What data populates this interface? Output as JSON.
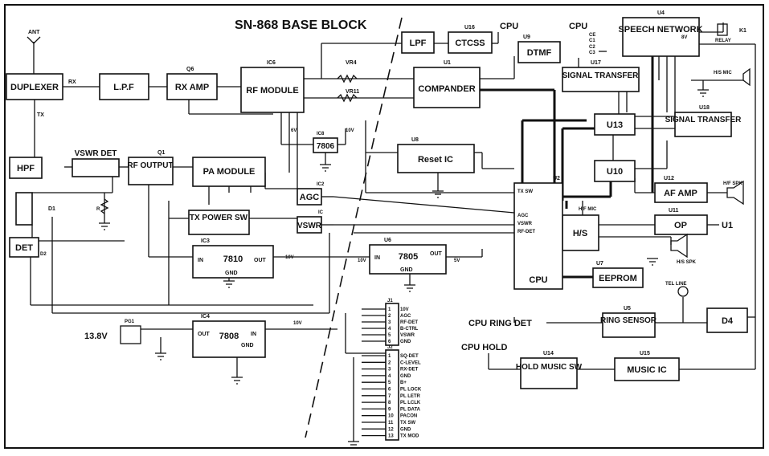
{
  "title": "SN-868 BASE BLOCK",
  "blocks": {
    "duplexer": {
      "label": "DUPLEXER"
    },
    "lpf_rx": {
      "label": "L.P.F"
    },
    "rx_amp": {
      "label": "RX AMP",
      "ref": "Q6"
    },
    "rf_module": {
      "label": "RF MODULE",
      "ref": "IC6"
    },
    "lpf_ctcss": {
      "label": "LPF"
    },
    "ctcss": {
      "label": "CTCSS",
      "ref": "U16"
    },
    "compander": {
      "label": "COMPANDER",
      "ref": "U1"
    },
    "dtmf": {
      "label": "DTMF",
      "ref": "U9"
    },
    "speech_network": {
      "label": "SPEECH NETWORK",
      "ref": "U4"
    },
    "signal_transfer_1": {
      "label": "SIGNAL TRANSFER",
      "ref": "U17"
    },
    "signal_transfer_2": {
      "label": "SIGNAL TRANSFER",
      "ref": "U18"
    },
    "u13": {
      "label": "U13"
    },
    "u10": {
      "label": "U10"
    },
    "af_amp": {
      "label": "AF AMP",
      "ref": "U12"
    },
    "op": {
      "label": "OP",
      "ref": "U11"
    },
    "hs": {
      "label": "H/S"
    },
    "eeprom": {
      "label": "EEPROM",
      "ref": "U7"
    },
    "cpu": {
      "label": "CPU",
      "ref": "U2"
    },
    "reset": {
      "label": "Reset IC",
      "ref": "U8"
    },
    "reg_7806_top": {
      "label": "7806",
      "ref": "IC8"
    },
    "agc": {
      "label": "AGC",
      "ref": "IC2"
    },
    "vswr_ic": {
      "label": "VSWR",
      "ref": "IC"
    },
    "pa_module": {
      "label": "PA MODULE"
    },
    "rf_output": {
      "label": "RF OUTPUT",
      "ref": "Q1"
    },
    "vswr_det": {
      "label": "VSWR DET"
    },
    "hpf": {
      "label": "HPF"
    },
    "tx_power": {
      "label": "TX POWER SW"
    },
    "reg_7810": {
      "label": "7810",
      "ref": "IC3"
    },
    "reg_7805": {
      "label": "7805",
      "ref": "U6"
    },
    "reg_7808": {
      "label": "7808",
      "ref": "IC4"
    },
    "det": {
      "label": "DET"
    },
    "d1": {
      "label": "D1"
    },
    "ring_sensor": {
      "label": "RING SENSOR",
      "ref": "U5"
    },
    "hold_music_sw": {
      "label": "HOLD MUSIC SW",
      "ref": "U14"
    },
    "music_ic": {
      "label": "MUSIC IC",
      "ref": "U15"
    },
    "d4": {
      "label": "D4"
    }
  },
  "texts": {
    "ant": "ANT",
    "rx": "RX",
    "tx": "TX",
    "vr4": "VR4",
    "vr11": "VR11",
    "cpu_top": "CPU",
    "cpu_top2": "CPU",
    "ce": "CE",
    "c1": "C1",
    "c2": "C2",
    "c3": "C3",
    "v8": "8V",
    "relay": "RELAY",
    "k1": "K1",
    "hs_mic": "H/S MIC",
    "hf_spk": "H/F SPK",
    "hf_mic": "H/F MIC",
    "hs_spk": "H/S SPK",
    "u1_out": "U1",
    "tel_line": "TEL LINE",
    "cpu_ring_det": "CPU RING DET",
    "cpu_hold": "CPU HOLD",
    "v13_8": "13.8V",
    "pg1": "PG1",
    "r": "R",
    "d2": "D2",
    "tx_sw": "TX SW",
    "agc_pin": "AGC",
    "vswr_pin": "VSWR",
    "rf_det_pin": "RF-DET",
    "v6": "6V",
    "v10_a": "10V",
    "v10_b": "10V",
    "v10_c": "10V",
    "v10_d": "10V",
    "v5": "5V",
    "in": "IN",
    "out": "OUT",
    "gnd": "GND",
    "j1": "J1",
    "j2": "J2"
  },
  "connector_j1": [
    "10V",
    "AGC",
    "RF-DET",
    "B-CTRL",
    "VSWR",
    "GND"
  ],
  "connector_j2": [
    "SQ-DET",
    "C-LEVEL",
    "RX-DET",
    "GND",
    "B+",
    "PL LOCK",
    "PL LETR",
    "PL LCLK",
    "PL DATA",
    "PACON",
    "TX SW",
    "GND",
    "TX MOD"
  ],
  "pin_numbers": [
    "1",
    "2",
    "3",
    "4",
    "5",
    "6",
    "7",
    "8",
    "9",
    "10",
    "11",
    "12",
    "13"
  ]
}
